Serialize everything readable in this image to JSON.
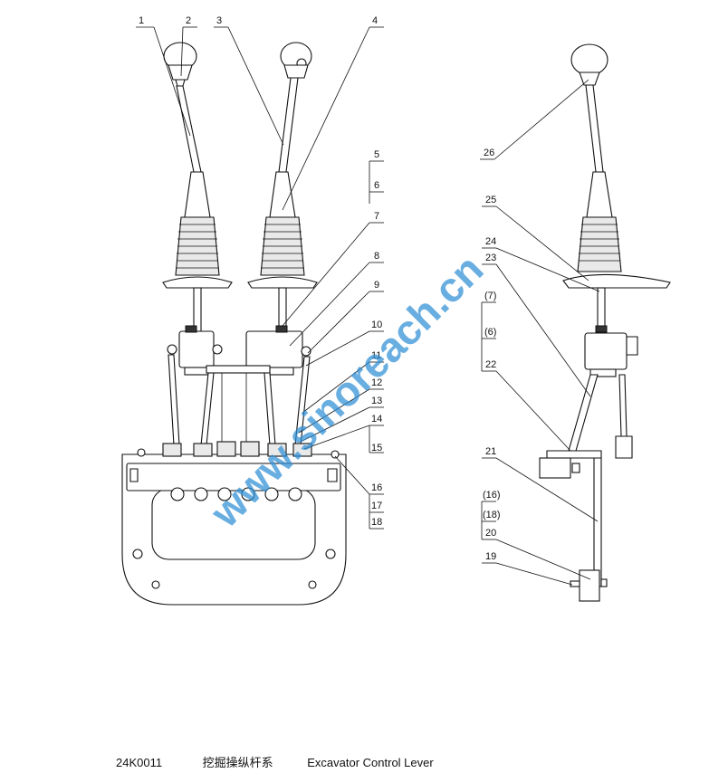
{
  "labels": [
    {
      "id": "1",
      "text": "1"
    },
    {
      "id": "2",
      "text": "2"
    },
    {
      "id": "3",
      "text": "3"
    },
    {
      "id": "4",
      "text": "4"
    },
    {
      "id": "5",
      "text": "5"
    },
    {
      "id": "6",
      "text": "6"
    },
    {
      "id": "7",
      "text": "7"
    },
    {
      "id": "8",
      "text": "8"
    },
    {
      "id": "9",
      "text": "9"
    },
    {
      "id": "10",
      "text": "10"
    },
    {
      "id": "11",
      "text": "11"
    },
    {
      "id": "12",
      "text": "12"
    },
    {
      "id": "13",
      "text": "13"
    },
    {
      "id": "14",
      "text": "14"
    },
    {
      "id": "15",
      "text": "15"
    },
    {
      "id": "16",
      "text": "16"
    },
    {
      "id": "17",
      "text": "17"
    },
    {
      "id": "18",
      "text": "18"
    },
    {
      "id": "19",
      "text": "19"
    },
    {
      "id": "20",
      "text": "20"
    },
    {
      "id": "21",
      "text": "21"
    },
    {
      "id": "22",
      "text": "22"
    },
    {
      "id": "23",
      "text": "23"
    },
    {
      "id": "24",
      "text": "24"
    },
    {
      "id": "25",
      "text": "25"
    },
    {
      "id": "26",
      "text": "26"
    },
    {
      "id": "p7",
      "text": "(7)"
    },
    {
      "id": "p6",
      "text": "(6)"
    },
    {
      "id": "p16",
      "text": "(16)"
    },
    {
      "id": "p18",
      "text": "(18)"
    }
  ],
  "watermark": "www.sinoreach.cn",
  "caption": {
    "code": "24K0011",
    "title_cn": "挖掘操纵杆系",
    "title_en": "Excavator Control Lever"
  }
}
